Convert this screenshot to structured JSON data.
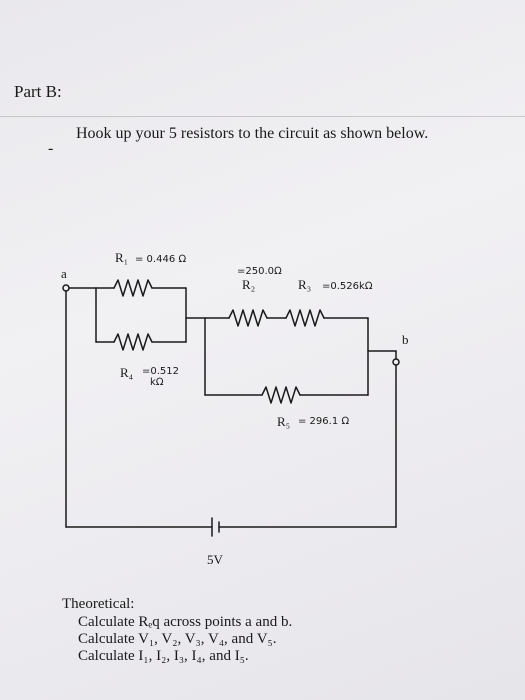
{
  "header": {
    "part_label": "Part B:"
  },
  "instruction": {
    "bullet": "-",
    "text": "Hook up your 5 resistors to the circuit as shown below."
  },
  "circuit": {
    "node_a": "a",
    "node_b": "b",
    "r1_label": "R₁",
    "r1_value": "= 0.446 Ω",
    "r2_label": "R₂",
    "r2_value": "=250.0Ω",
    "r3_label": "R₃",
    "r3_value": "=0.526kΩ",
    "r4_label": "R₄",
    "r4_value_line1": "=0.512",
    "r4_value_line2": "kΩ",
    "r5_label": "R₅",
    "r5_value": "= 296.1 Ω",
    "source_label": "5V"
  },
  "theoretical": {
    "heading": "Theoretical:",
    "tasks": [
      "Calculate Rₑq across points a and b.",
      "Calculate V₁, V₂, V₃, V₄, and V₅.",
      "Calculate I₁, I₂, I₃, I₄, and I₅."
    ]
  }
}
